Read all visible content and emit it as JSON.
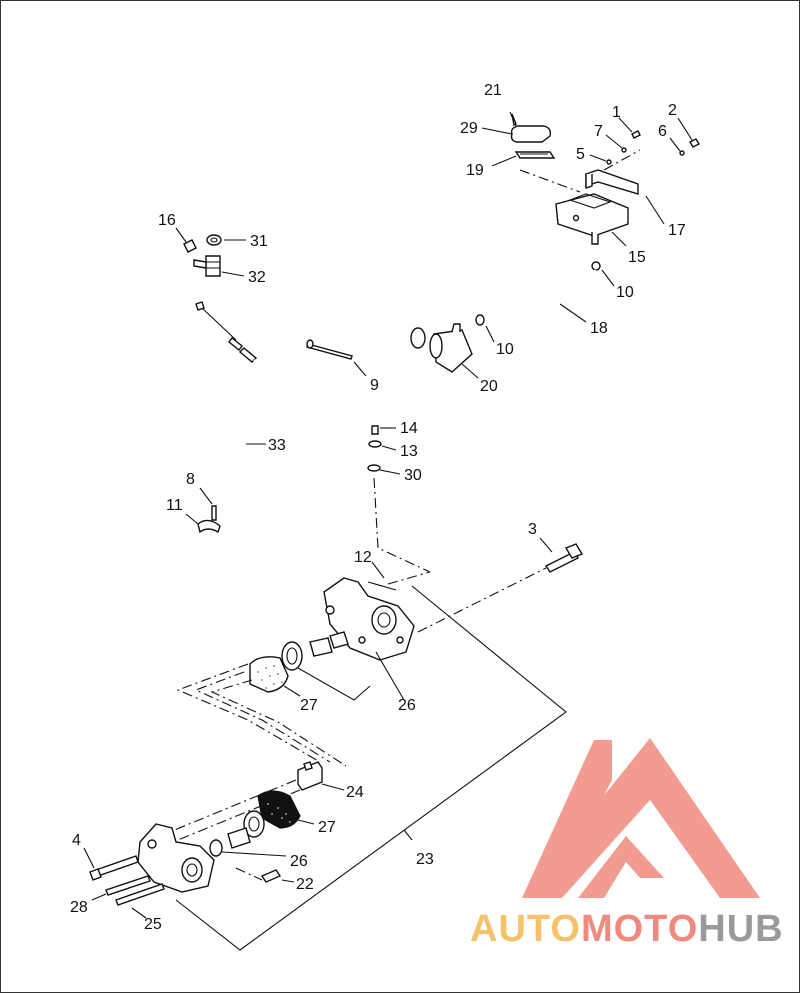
{
  "callouts": [
    {
      "id": "c1",
      "label": "1"
    },
    {
      "id": "c2",
      "label": "2"
    },
    {
      "id": "c3",
      "label": "3"
    },
    {
      "id": "c4",
      "label": "4"
    },
    {
      "id": "c5",
      "label": "5"
    },
    {
      "id": "c6",
      "label": "6"
    },
    {
      "id": "c7",
      "label": "7"
    },
    {
      "id": "c8",
      "label": "8"
    },
    {
      "id": "c9",
      "label": "9"
    },
    {
      "id": "c10a",
      "label": "10"
    },
    {
      "id": "c10b",
      "label": "10"
    },
    {
      "id": "c11",
      "label": "11"
    },
    {
      "id": "c12",
      "label": "12"
    },
    {
      "id": "c13",
      "label": "13"
    },
    {
      "id": "c14",
      "label": "14"
    },
    {
      "id": "c15",
      "label": "15"
    },
    {
      "id": "c16",
      "label": "16"
    },
    {
      "id": "c17",
      "label": "17"
    },
    {
      "id": "c18",
      "label": "18"
    },
    {
      "id": "c19",
      "label": "19"
    },
    {
      "id": "c20",
      "label": "20"
    },
    {
      "id": "c21",
      "label": "21"
    },
    {
      "id": "c22",
      "label": "22"
    },
    {
      "id": "c23",
      "label": "23"
    },
    {
      "id": "c24",
      "label": "24"
    },
    {
      "id": "c25",
      "label": "25"
    },
    {
      "id": "c26a",
      "label": "26"
    },
    {
      "id": "c26b",
      "label": "26"
    },
    {
      "id": "c27a",
      "label": "27"
    },
    {
      "id": "c27b",
      "label": "27"
    },
    {
      "id": "c28",
      "label": "28"
    },
    {
      "id": "c29",
      "label": "29"
    },
    {
      "id": "c30",
      "label": "30"
    },
    {
      "id": "c31",
      "label": "31"
    },
    {
      "id": "c32",
      "label": "32"
    },
    {
      "id": "c33",
      "label": "33"
    }
  ],
  "watermark": {
    "part1": "AUTO",
    "part2": "MOTO",
    "part3": "HUB",
    "logo_color": "#f08a7e",
    "accent_color": "#f5c26b",
    "gray_color": "#9a9a9a"
  }
}
